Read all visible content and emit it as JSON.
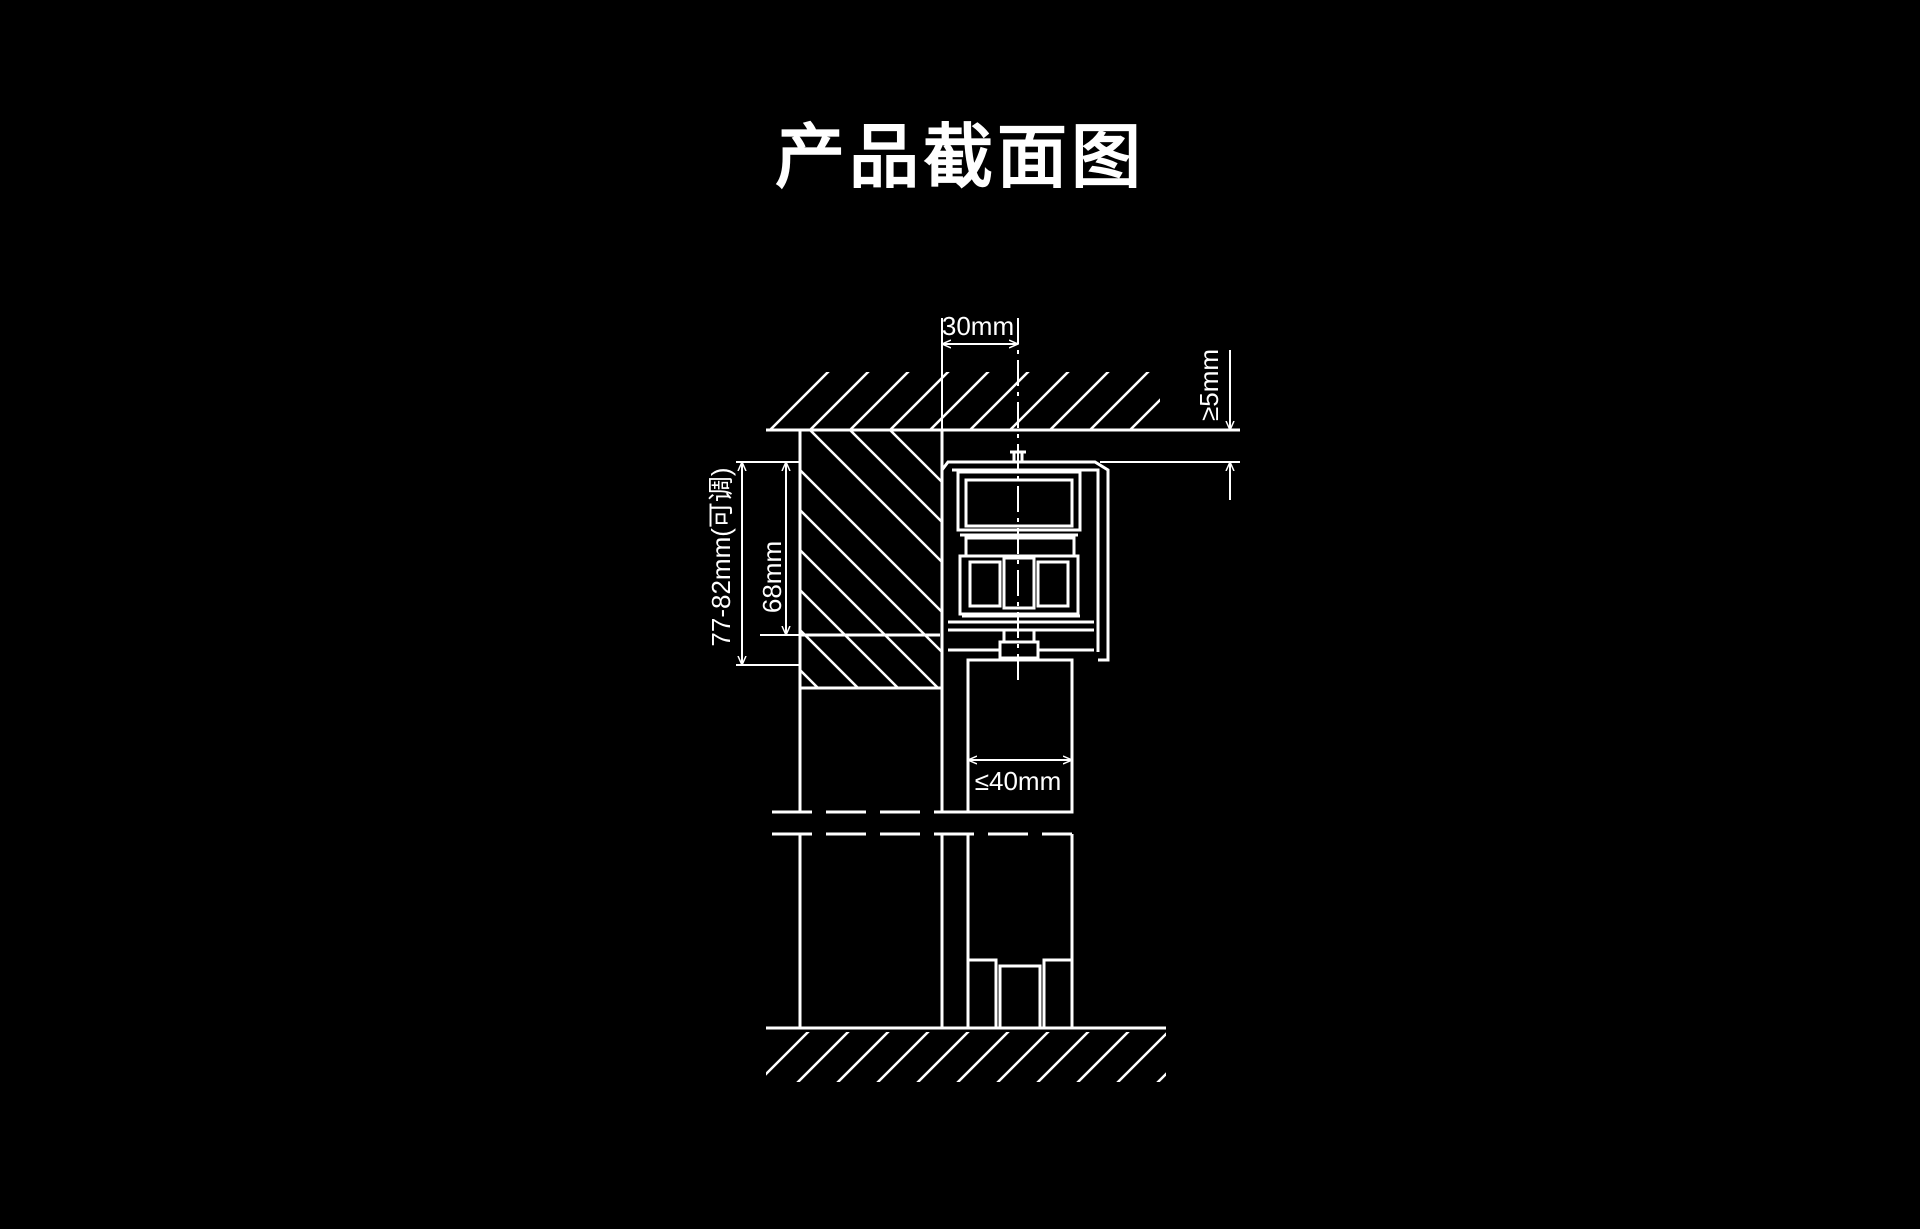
{
  "page": {
    "title": "产品截面图",
    "background": "#000000",
    "line_color": "#ffffff"
  },
  "diagram": {
    "dimensions": {
      "top_offset": "30mm",
      "ceiling_gap": "≥5mm",
      "header_height": "68mm",
      "total_height": "77-82mm(可调)",
      "door_thickness": "≤40mm"
    }
  }
}
